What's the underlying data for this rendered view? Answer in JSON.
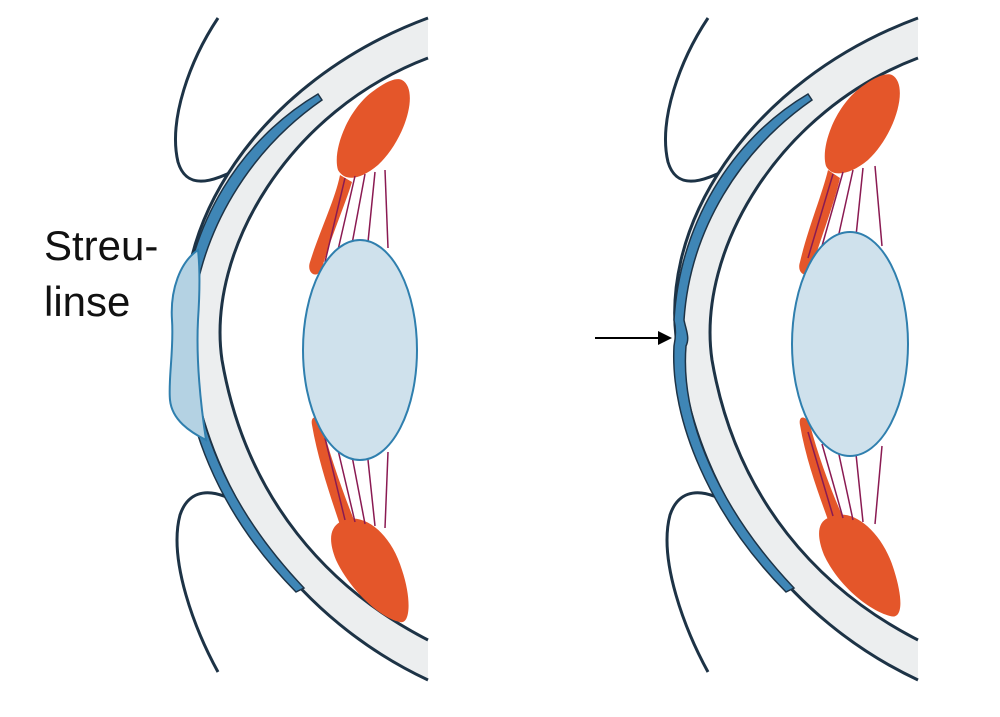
{
  "label": {
    "line1": "Streu-",
    "line2": "linse"
  },
  "colors": {
    "background": "#ffffff",
    "outline": "#1d3346",
    "sclera_fill": "#eceeef",
    "cornea_tint": "#3f86b6",
    "contact_lens_fill": "#b4d2e3",
    "contact_lens_stroke": "#2f7fae",
    "crystalline_lens_fill": "#cfe1ec",
    "crystalline_lens_stroke": "#2f7fae",
    "ciliary_muscle": "#e4562a",
    "zonule_fibers": "#8a1a52",
    "arrow": "#000000"
  },
  "icons": {
    "left_panel": "eye-cross-section-with-contact-lens",
    "right_panel": "eye-cross-section-without-lens",
    "pointer": "right-arrow"
  }
}
